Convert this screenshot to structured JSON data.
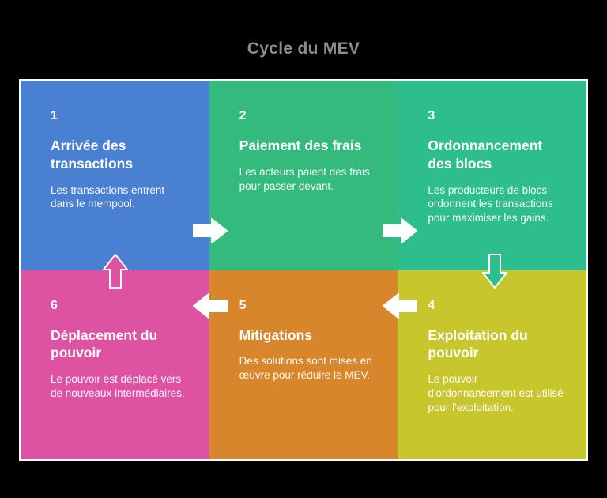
{
  "page": {
    "title": "Cycle du MEV",
    "background_color": "#000000",
    "title_color": "#8d8d8d",
    "frame_border_color": "#ffffff"
  },
  "blocks": [
    {
      "number": "1",
      "title": "Arrivée des transactions",
      "description": "Les transactions entrent dans le mempool.",
      "color": "#4a80d1",
      "grid_position": "top-left"
    },
    {
      "number": "2",
      "title": "Paiement des frais",
      "description": "Les acteurs paient des frais pour passer devant.",
      "color": "#35ba7d",
      "grid_position": "top-middle"
    },
    {
      "number": "3",
      "title": "Ordonnancement des blocs",
      "description": "Les producteurs de blocs ordonnent les transactions pour maximiser les gains.",
      "color": "#2ebd8c",
      "grid_position": "top-right"
    },
    {
      "number": "6",
      "title": "Déplacement du pouvoir",
      "description": "Le pouvoir est déplacé vers de nouveaux intermédiaires.",
      "color": "#de52a2",
      "grid_position": "bottom-left"
    },
    {
      "number": "5",
      "title": "Mitigations",
      "description": "Des solutions sont mises en œuvre pour réduire le MEV.",
      "color": "#d8862c",
      "grid_position": "bottom-middle"
    },
    {
      "number": "4",
      "title": "Exploitation du pouvoir",
      "description": "Le pouvoir d'ordonnancement est utilisé pour l'exploitation.",
      "color": "#c8c62d",
      "grid_position": "bottom-right"
    }
  ],
  "arrows": [
    {
      "name": "step1-to-step2",
      "direction": "right",
      "fill": "#ffffff",
      "stroke": "#ffffff"
    },
    {
      "name": "step2-to-step3",
      "direction": "right",
      "fill": "#ffffff",
      "stroke": "#ffffff"
    },
    {
      "name": "step3-to-step4",
      "direction": "down",
      "fill": "#2ebd8c",
      "stroke": "#ffffff"
    },
    {
      "name": "step4-to-step5",
      "direction": "left",
      "fill": "#ffffff",
      "stroke": "#ffffff"
    },
    {
      "name": "step5-to-step6",
      "direction": "left",
      "fill": "#ffffff",
      "stroke": "#ffffff"
    },
    {
      "name": "step6-to-step1",
      "direction": "up",
      "fill": "#de52a2",
      "stroke": "#ffffff"
    }
  ]
}
